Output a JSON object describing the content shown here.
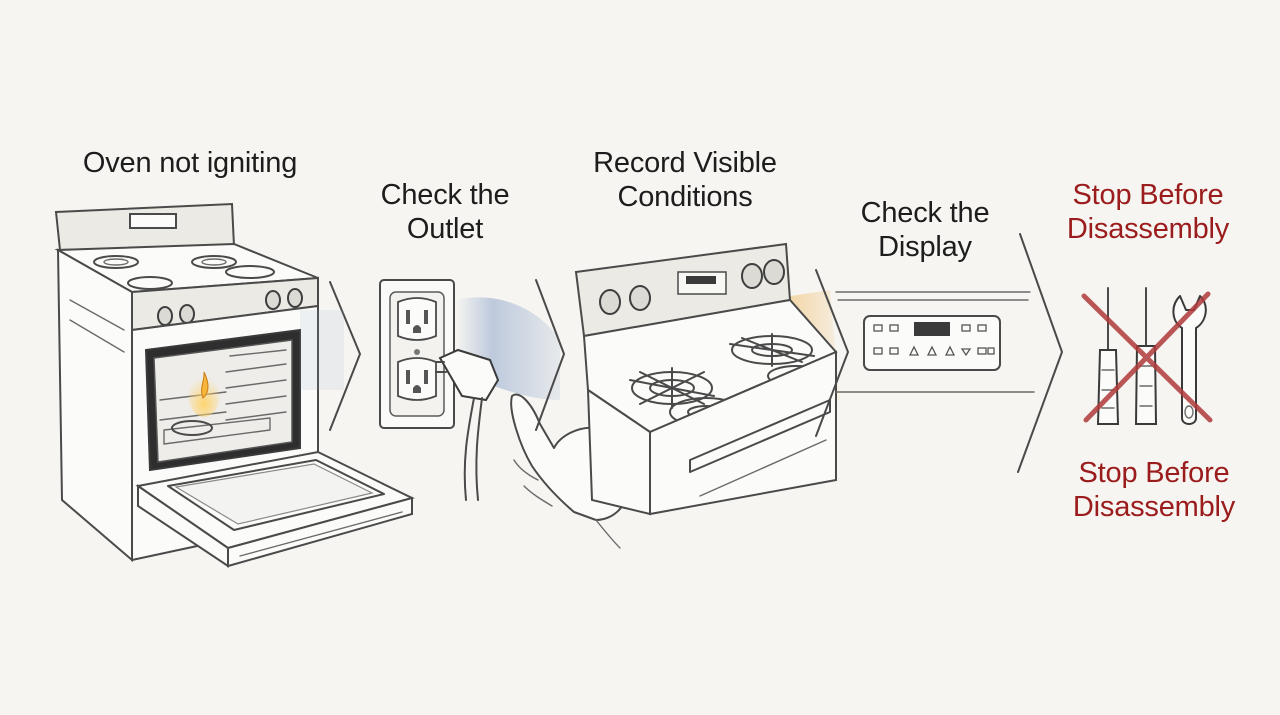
{
  "steps": [
    {
      "title_lines": [
        "Oven not igniting"
      ]
    },
    {
      "title_lines": [
        "Check the",
        "Outlet"
      ]
    },
    {
      "title_lines": [
        "Record Visible",
        "Conditions"
      ]
    },
    {
      "title_lines": [
        "Check the",
        "Display"
      ]
    },
    {
      "title_lines": [
        "Stop Before",
        "Disassembly"
      ]
    }
  ],
  "footer_warning_lines": [
    "Stop Before",
    "Disassembly"
  ],
  "colors": {
    "warning": "#9b1c1c",
    "blue_wash": "#8fa6cc",
    "orange_wash": "#f0b860"
  },
  "icons": [
    "oven-illustration",
    "outlet-illustration",
    "pointing-hand-icon",
    "stove-illustration",
    "display-panel-illustration",
    "tools-crossed-out-icon",
    "chevron-arrow-icon"
  ]
}
